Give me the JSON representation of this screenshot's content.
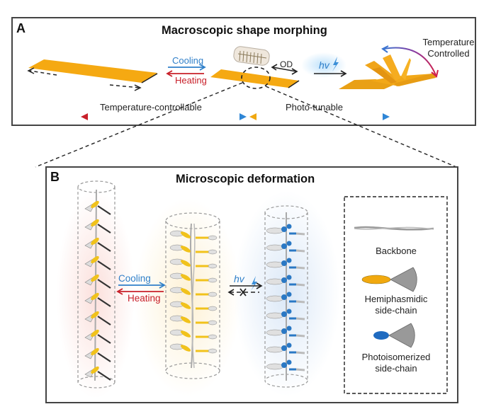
{
  "panel_a": {
    "letter": "A",
    "title": "Macroscopic shape morphing",
    "cooling_label": "Cooling",
    "heating_label": "Heating",
    "od_label": "OD",
    "hv_label": "hv",
    "temperature_controlled_line1": "Temperature",
    "temperature_controlled_line2": "Controlled",
    "temperature_controllable_label": "Temperature-controllable",
    "photo_tunable_label": "Photo-tunable"
  },
  "panel_b": {
    "letter": "B",
    "title": "Microscopic deformation",
    "cooling_label": "Cooling",
    "heating_label": "Heating",
    "hv_label": "hv",
    "legend": {
      "backbone_label": "Backbone",
      "hemiphasmidic_line1": "Hemiphasmidic",
      "hemiphasmidic_line2": "side-chain",
      "photoisomerized_line1": "Photoisomerized",
      "photoisomerized_line2": "side-chain"
    }
  },
  "colors": {
    "film_orange": "#f5a912",
    "cooling_blue": "#2f7fc9",
    "heating_red": "#c8202a",
    "hemi_yellow": "#f1c21b",
    "photo_blue": "#2a78c4",
    "wedge_gray": "#9a9a9a"
  }
}
